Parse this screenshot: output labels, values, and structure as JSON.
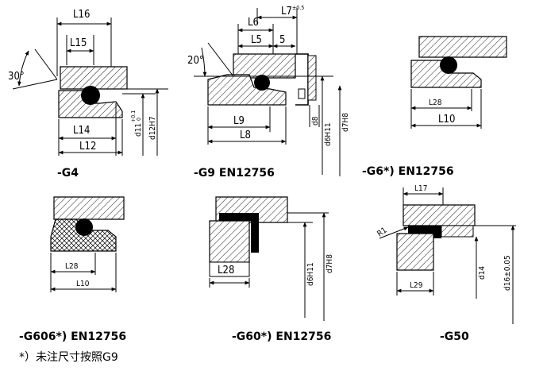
{
  "variants": [
    {
      "id": "G4",
      "caption": "-G4",
      "dims": {
        "L16": "L16",
        "L15": "L15",
        "L14": "L14",
        "L12": "L12",
        "angle": "30°",
        "d11": "d11",
        "d11_tol": "+0.1",
        "d11_tol0": "0",
        "d12": "d12H7"
      }
    },
    {
      "id": "G9",
      "caption": "-G9 EN12756",
      "dims": {
        "L6": "L6",
        "L7": "L7",
        "L7_tol": "±0.5",
        "L5": "L5",
        "five": "5",
        "angle": "20°",
        "L9": "L9",
        "L8": "L8",
        "d8": "d8",
        "d6": "d6H11",
        "d7": "d7H8"
      }
    },
    {
      "id": "G6",
      "caption": "-G6*) EN12756",
      "dims": {
        "L28": "L28",
        "L10": "L10"
      }
    },
    {
      "id": "G606",
      "caption": "-G606*) EN12756",
      "dims": {
        "L28": "L28",
        "L10": "L10"
      }
    },
    {
      "id": "G60",
      "caption": "-G60*) EN12756",
      "dims": {
        "L28": "L28",
        "d6": "d6H11",
        "d7": "d7H8"
      }
    },
    {
      "id": "G50",
      "caption": "-G50",
      "dims": {
        "L17": "L17",
        "R1": "R1",
        "L29": "L29",
        "d14": "d14",
        "d16": "d16±0.05"
      }
    }
  ],
  "footnote": "*）未注尺寸按照G9"
}
